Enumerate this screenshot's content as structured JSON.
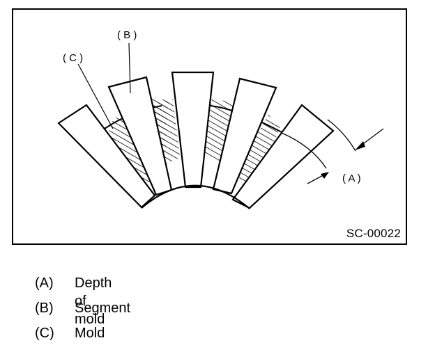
{
  "callouts": {
    "a": "( A )",
    "b": "( B )",
    "c": "( C )"
  },
  "figure_code": "SC-00022",
  "legend": [
    {
      "key": "(A)",
      "text": "Depth of mold"
    },
    {
      "key": "(B)",
      "text": "Segment"
    },
    {
      "key": "(C)",
      "text": "Mold"
    }
  ]
}
